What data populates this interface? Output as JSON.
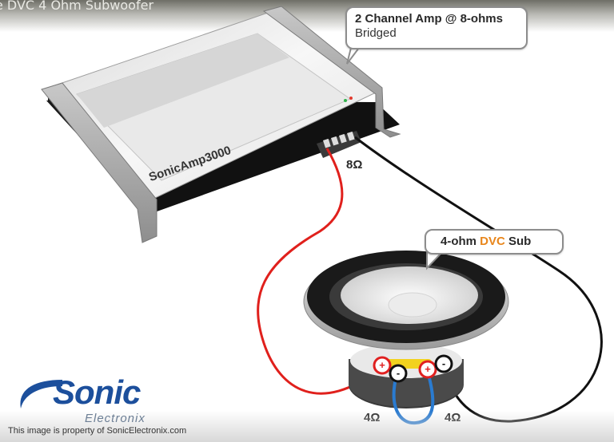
{
  "video": {
    "title": "e DVC 4 Ohm Subwoofer"
  },
  "amplifier": {
    "brand_label": "SonicAmp3000",
    "callout_line1": "2 Channel Amp @ 8-ohms",
    "callout_line2": "Bridged",
    "output_impedance": "8Ω",
    "leds": [
      "#2fb34a",
      "#e23a2e"
    ]
  },
  "subwoofer": {
    "callout_prefix": "4-ohm ",
    "callout_accent": "DVC",
    "callout_suffix": " Sub",
    "accent_color": "#e8861c",
    "coil_left_impedance": "4Ω",
    "coil_right_impedance": "4Ω",
    "terminals": [
      {
        "sign": "+",
        "color": "#e02020"
      },
      {
        "sign": "-",
        "color": "#111111"
      },
      {
        "sign": "+",
        "color": "#e02020"
      },
      {
        "sign": "-",
        "color": "#111111"
      }
    ]
  },
  "wires": {
    "positive_color": "#e0201c",
    "negative_color": "#111111",
    "jumper_color": "#2a7bd0"
  },
  "logo": {
    "primary": "Sonic",
    "secondary": "Electronix",
    "copyright": "This image is property of SonicElectronix.com"
  }
}
